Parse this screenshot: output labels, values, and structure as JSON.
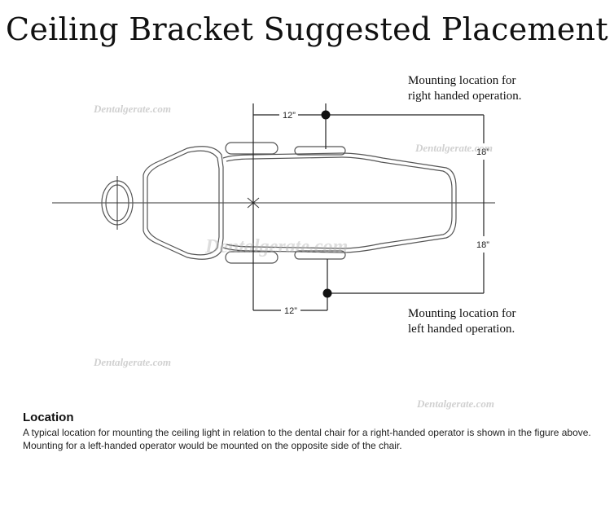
{
  "title": "Ceiling Bracket Suggested Placement",
  "notes": {
    "right_line1": "Mounting location for",
    "right_line2": "right handed operation.",
    "left_line1": "Mounting location for",
    "left_line2": "left handed operation."
  },
  "dimensions": {
    "top_horizontal": "12”",
    "bottom_horizontal": "12”",
    "upper_vertical": "18”",
    "lower_vertical": "18”"
  },
  "watermark": "Dentalgerate.com",
  "location": {
    "heading": "Location",
    "body": "A typical location for mounting the ceiling light in relation to the dental chair for a right-handed operator is shown in the figure above. Mounting for a left-handed operator would be mounted on the opposite side of the chair."
  },
  "colors": {
    "line": "#222222",
    "outline": "#555555",
    "watermark": "#aaaaaa"
  }
}
